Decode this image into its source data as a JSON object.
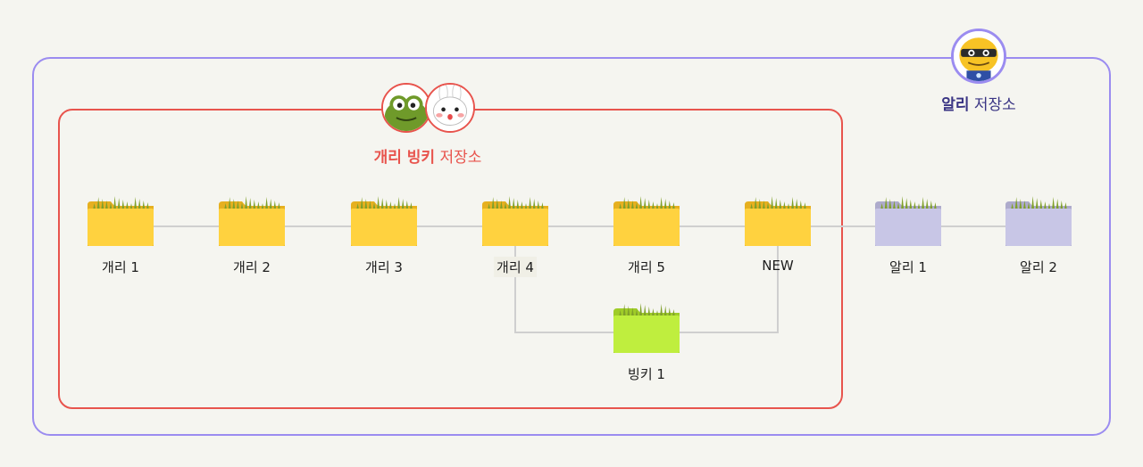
{
  "repos": {
    "gaeri_bingki": {
      "name_strong": "개리 빙키",
      "name_rest": "저장소",
      "color": "#e8544d"
    },
    "alri": {
      "name_strong": "알리",
      "name_rest": "저장소",
      "color": "#3a3584"
    }
  },
  "nodes": [
    {
      "id": "g1",
      "label": "개리 1",
      "kind": "yellow"
    },
    {
      "id": "g2",
      "label": "개리 2",
      "kind": "yellow"
    },
    {
      "id": "g3",
      "label": "개리 3",
      "kind": "yellow"
    },
    {
      "id": "g4",
      "label": "개리 4",
      "kind": "yellow"
    },
    {
      "id": "g5",
      "label": "개리 5",
      "kind": "yellow"
    },
    {
      "id": "new",
      "label": "NEW",
      "kind": "yellow"
    },
    {
      "id": "a1",
      "label": "알리 1",
      "kind": "lavender"
    },
    {
      "id": "a2",
      "label": "알리 2",
      "kind": "lavender"
    },
    {
      "id": "b1",
      "label": "빙키 1",
      "kind": "green"
    }
  ],
  "icons": {
    "frog": "frog-avatar-icon",
    "bunny": "bunny-avatar-icon",
    "yellow_char": "yellow-character-avatar-icon",
    "folder": "folder-icon"
  },
  "colors": {
    "outer_border": "#9b8cf0",
    "inner_border": "#e8544d",
    "folder_yellow": "#ffd23f",
    "folder_lavender": "#c8c6e6",
    "folder_green": "#bfee3e",
    "grass": "#7fa02a"
  }
}
